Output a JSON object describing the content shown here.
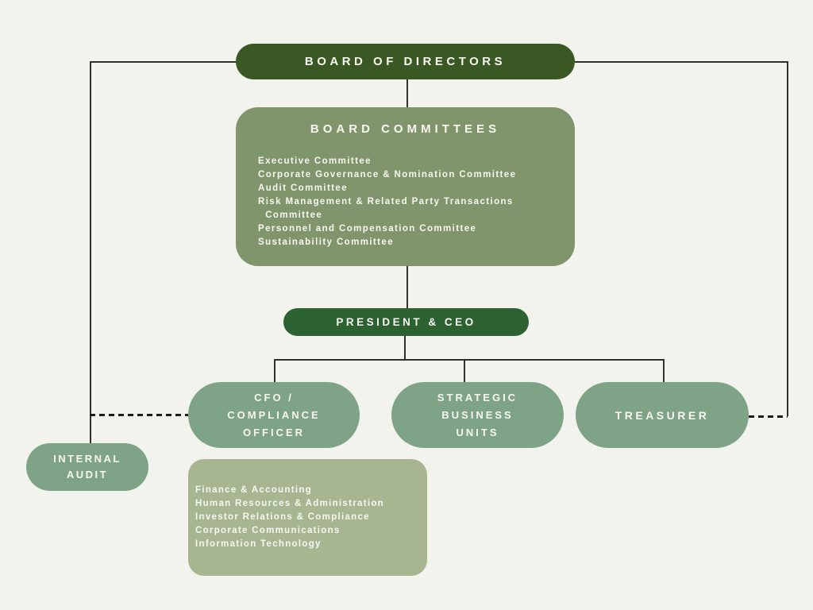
{
  "palette": {
    "background": "#f2f3ec",
    "dark_green": "#3a5823",
    "forest_green": "#2c6132",
    "sage": "#7fa386",
    "olive_sage": "#81956c",
    "light_sage": "#a7b591",
    "line": "#2f302a",
    "dash": "#1c1c1a",
    "text": "#f7f7f0"
  },
  "nodes": {
    "board_of_directors": {
      "label": "BOARD OF DIRECTORS"
    },
    "board_committees": {
      "title": "BOARD COMMITTEES",
      "items": [
        "Executive Committee",
        "Corporate Governance & Nomination Committee",
        "Audit Committee",
        "Risk Management & Related Party Transactions\n  Committee",
        "Personnel and Compensation Committee",
        "Sustainability Committee"
      ]
    },
    "president_ceo": {
      "label": "PRESIDENT & CEO"
    },
    "cfo_compliance_officer": {
      "label": "CFO /\nCOMPLIANCE\nOFFICER"
    },
    "strategic_business_units": {
      "label": "STRATEGIC\nBUSINESS\nUNITS"
    },
    "treasurer": {
      "label": "TREASURER"
    },
    "internal_audit": {
      "label": "INTERNAL\nAUDIT"
    },
    "cfo_functions": {
      "items": [
        "Finance & Accounting",
        "Human Resources & Administration",
        "Investor Relations & Compliance",
        "Corporate Communications",
        "Information Technology"
      ]
    }
  }
}
